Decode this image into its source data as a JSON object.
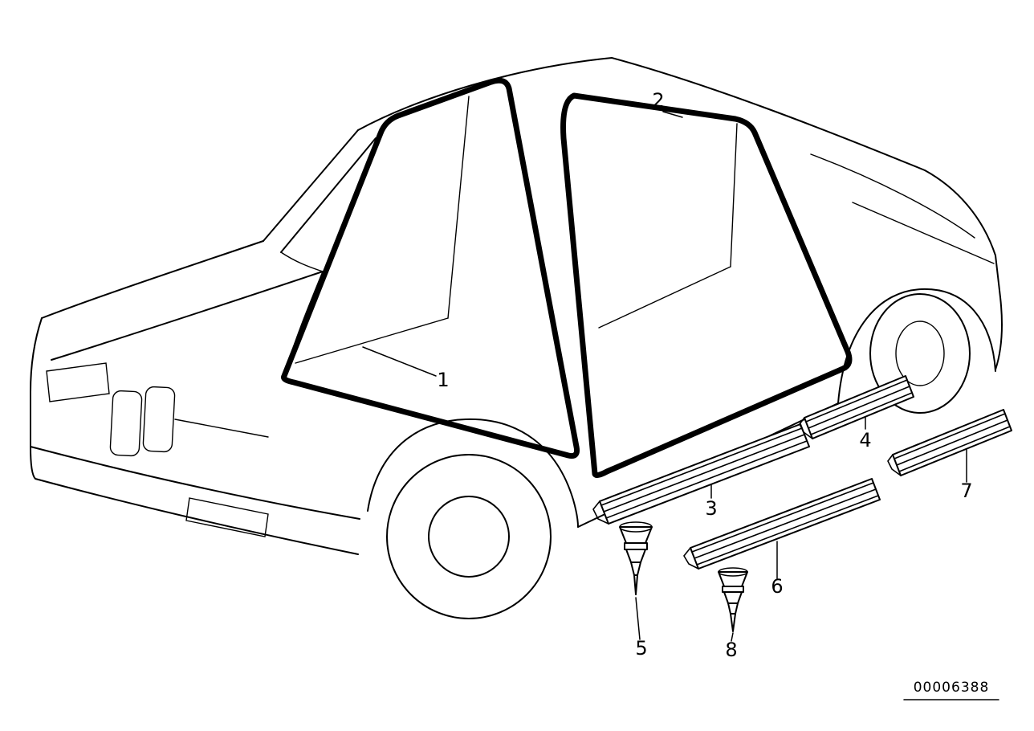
{
  "diagram": {
    "background_color": "#ffffff",
    "line_color": "#000000",
    "drawing_number": "00006388",
    "callouts": [
      "1",
      "2",
      "3",
      "4",
      "5",
      "6",
      "7",
      "8"
    ]
  }
}
